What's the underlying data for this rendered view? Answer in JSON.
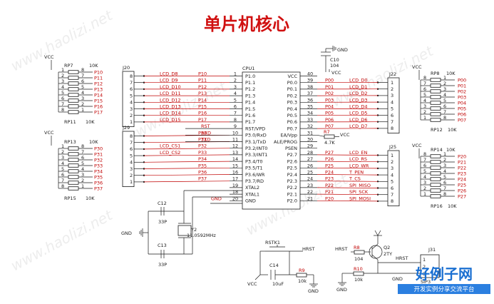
{
  "title": "单片机核心",
  "watermark": "www.haolizi.net",
  "logo": {
    "main": "好例子网",
    "sub": "开发实例分享交流平台"
  },
  "nets": {
    "vcc": "VCC",
    "gnd": "GND",
    "hrst": "HRST",
    "rst": "RST"
  },
  "cpu": {
    "label": "CPU1",
    "left_pins": [
      {
        "num": "1",
        "name": "P1.0"
      },
      {
        "num": "2",
        "name": "P1.1"
      },
      {
        "num": "3",
        "name": "P1.2"
      },
      {
        "num": "4",
        "name": "P1.3"
      },
      {
        "num": "5",
        "name": "P1.4"
      },
      {
        "num": "6",
        "name": "P1.5"
      },
      {
        "num": "7",
        "name": "P1.6"
      },
      {
        "num": "8",
        "name": "P1.7"
      },
      {
        "num": "9",
        "name": "RST/VPD"
      },
      {
        "num": "10",
        "name": "P3.0/RxD"
      },
      {
        "num": "11",
        "name": "P3.1/TxD"
      },
      {
        "num": "12",
        "name": "P3.2/INT0"
      },
      {
        "num": "13",
        "name": "P3.3/INT1"
      },
      {
        "num": "14",
        "name": "P3.4/T0"
      },
      {
        "num": "15",
        "name": "P3.5/T1"
      },
      {
        "num": "16",
        "name": "P3.6/WR"
      },
      {
        "num": "17",
        "name": "P3.7/RD"
      },
      {
        "num": "19",
        "name": "XTAL2"
      },
      {
        "num": "18",
        "name": "XTAL1"
      },
      {
        "num": "20",
        "name": "GND"
      }
    ],
    "right_pins": [
      {
        "num": "40",
        "name": "VCC"
      },
      {
        "num": "39",
        "name": "P0.0"
      },
      {
        "num": "38",
        "name": "P0.1"
      },
      {
        "num": "37",
        "name": "P0.2"
      },
      {
        "num": "36",
        "name": "P0.3"
      },
      {
        "num": "35",
        "name": "P0.4"
      },
      {
        "num": "34",
        "name": "P0.5"
      },
      {
        "num": "33",
        "name": "P0.6"
      },
      {
        "num": "32",
        "name": "P0.7"
      },
      {
        "num": "31",
        "name": "EA/Vpp"
      },
      {
        "num": "30",
        "name": "ALE/PROG"
      },
      {
        "num": "29",
        "name": "PSEN"
      },
      {
        "num": "28",
        "name": "P2.7"
      },
      {
        "num": "27",
        "name": "P2.6"
      },
      {
        "num": "26",
        "name": "P2.5"
      },
      {
        "num": "25",
        "name": "P2.4"
      },
      {
        "num": "24",
        "name": "P2.3"
      },
      {
        "num": "23",
        "name": "P2.2"
      },
      {
        "num": "22",
        "name": "P2.1"
      },
      {
        "num": "21",
        "name": "P2.0"
      }
    ],
    "left_nets": [
      "LCD_D8",
      "LCD_D9",
      "LCD_D10",
      "LCD_D11",
      "LCD_D12",
      "LCD_D13",
      "LCD_D14",
      "LCD_D15",
      "RST",
      "RXD",
      "TXD",
      "LCD_CS1",
      "LCD_CS2",
      "",
      "",
      "",
      "",
      "",
      "",
      "GND"
    ],
    "left_ports": [
      "P10",
      "P11",
      "P12",
      "P13",
      "P14",
      "P15",
      "P16",
      "P17",
      "P30",
      "P31",
      "P32",
      "P33",
      "P34",
      "P35",
      "P36",
      "P37"
    ],
    "right_ports": [
      "P00",
      "P01",
      "P02",
      "P03",
      "P04",
      "P05",
      "P06",
      "P07",
      "",
      "",
      "",
      "P27",
      "P26",
      "P25",
      "P24",
      "P23",
      "P22",
      "P21",
      "P20"
    ],
    "right_nets": [
      "LCD_D0",
      "LCD_D1",
      "LCD_D2",
      "LCD_D3",
      "LCD_D4",
      "LCD_D5",
      "LCD_D6",
      "LCD_D7",
      "",
      "",
      "",
      "LCD_EN",
      "LCD_RS",
      "LCD_WR",
      "T_PEN",
      "T_CS",
      "SPI_MISO",
      "SPI_SCK",
      "SPI_MOSI"
    ]
  },
  "connectors": {
    "j20": {
      "label": "J20",
      "pins": [
        "8",
        "7",
        "6",
        "5",
        "4",
        "3",
        "2",
        "1"
      ]
    },
    "j29": {
      "label": "J29",
      "pins": [
        "8",
        "7",
        "6",
        "5",
        "4",
        "3",
        "2",
        "1"
      ]
    },
    "j22": {
      "label": "J22",
      "pins": [
        "1",
        "2",
        "3",
        "4",
        "5",
        "6",
        "7",
        "8"
      ]
    },
    "j25": {
      "label": "J25",
      "pins": [
        "1",
        "2",
        "3",
        "4",
        "5",
        "6",
        "7",
        "8"
      ]
    },
    "j31": {
      "label": "J31",
      "pins": [
        "1",
        "2",
        "3"
      ],
      "foot": "SIP3"
    }
  },
  "resistor_packs": {
    "rp7": {
      "label": "RP7",
      "value": "10K",
      "ports": [
        "P10",
        "P11",
        "P12",
        "P13",
        "P14",
        "P15",
        "P16",
        "P17"
      ]
    },
    "rp11": {
      "label": "RP11",
      "value": "10K"
    },
    "rp13": {
      "label": "RP13",
      "value": "10K",
      "ports": [
        "P30",
        "P31",
        "P32",
        "P33",
        "P34",
        "P35",
        "P36",
        "P37"
      ]
    },
    "rp15": {
      "label": "RP15",
      "value": "10K"
    },
    "rp8": {
      "label": "RP8",
      "value": "10K",
      "ports": [
        "P00",
        "P01",
        "P02",
        "P03",
        "P04",
        "P05",
        "P06",
        "P07"
      ]
    },
    "rp12": {
      "label": "RP12",
      "value": "10K"
    },
    "rp14": {
      "label": "RP14",
      "value": "10K",
      "ports": [
        "P20",
        "P21",
        "P22",
        "P23",
        "P24",
        "P25",
        "P26",
        "P27"
      ]
    },
    "rp16": {
      "label": "RP16",
      "value": "10K"
    },
    "pin_numbers": [
      "1",
      "2",
      "3",
      "4",
      "5",
      "6",
      "7",
      "8"
    ],
    "pin_numbers_rev": [
      "8",
      "7",
      "6",
      "5",
      "4",
      "3",
      "2",
      "1"
    ]
  },
  "parts": {
    "c10": {
      "label": "C10",
      "value": "104"
    },
    "r7": {
      "label": "R7",
      "value": "4.7K"
    },
    "c12": {
      "label": "C12",
      "value": "33P"
    },
    "c13": {
      "label": "C13",
      "value": "33P"
    },
    "y2": {
      "label": "Y2",
      "value": "11.0592MHz"
    },
    "rstk1": {
      "label": "RSTK1"
    },
    "c14": {
      "label": "C14",
      "value": "10uF"
    },
    "r9": {
      "label": "R9",
      "value": "10k"
    },
    "r8": {
      "label": "R8",
      "value": "104"
    },
    "q2": {
      "label": "Q2",
      "value": "2TY"
    },
    "r10": {
      "label": "R10",
      "value": "10k"
    }
  }
}
